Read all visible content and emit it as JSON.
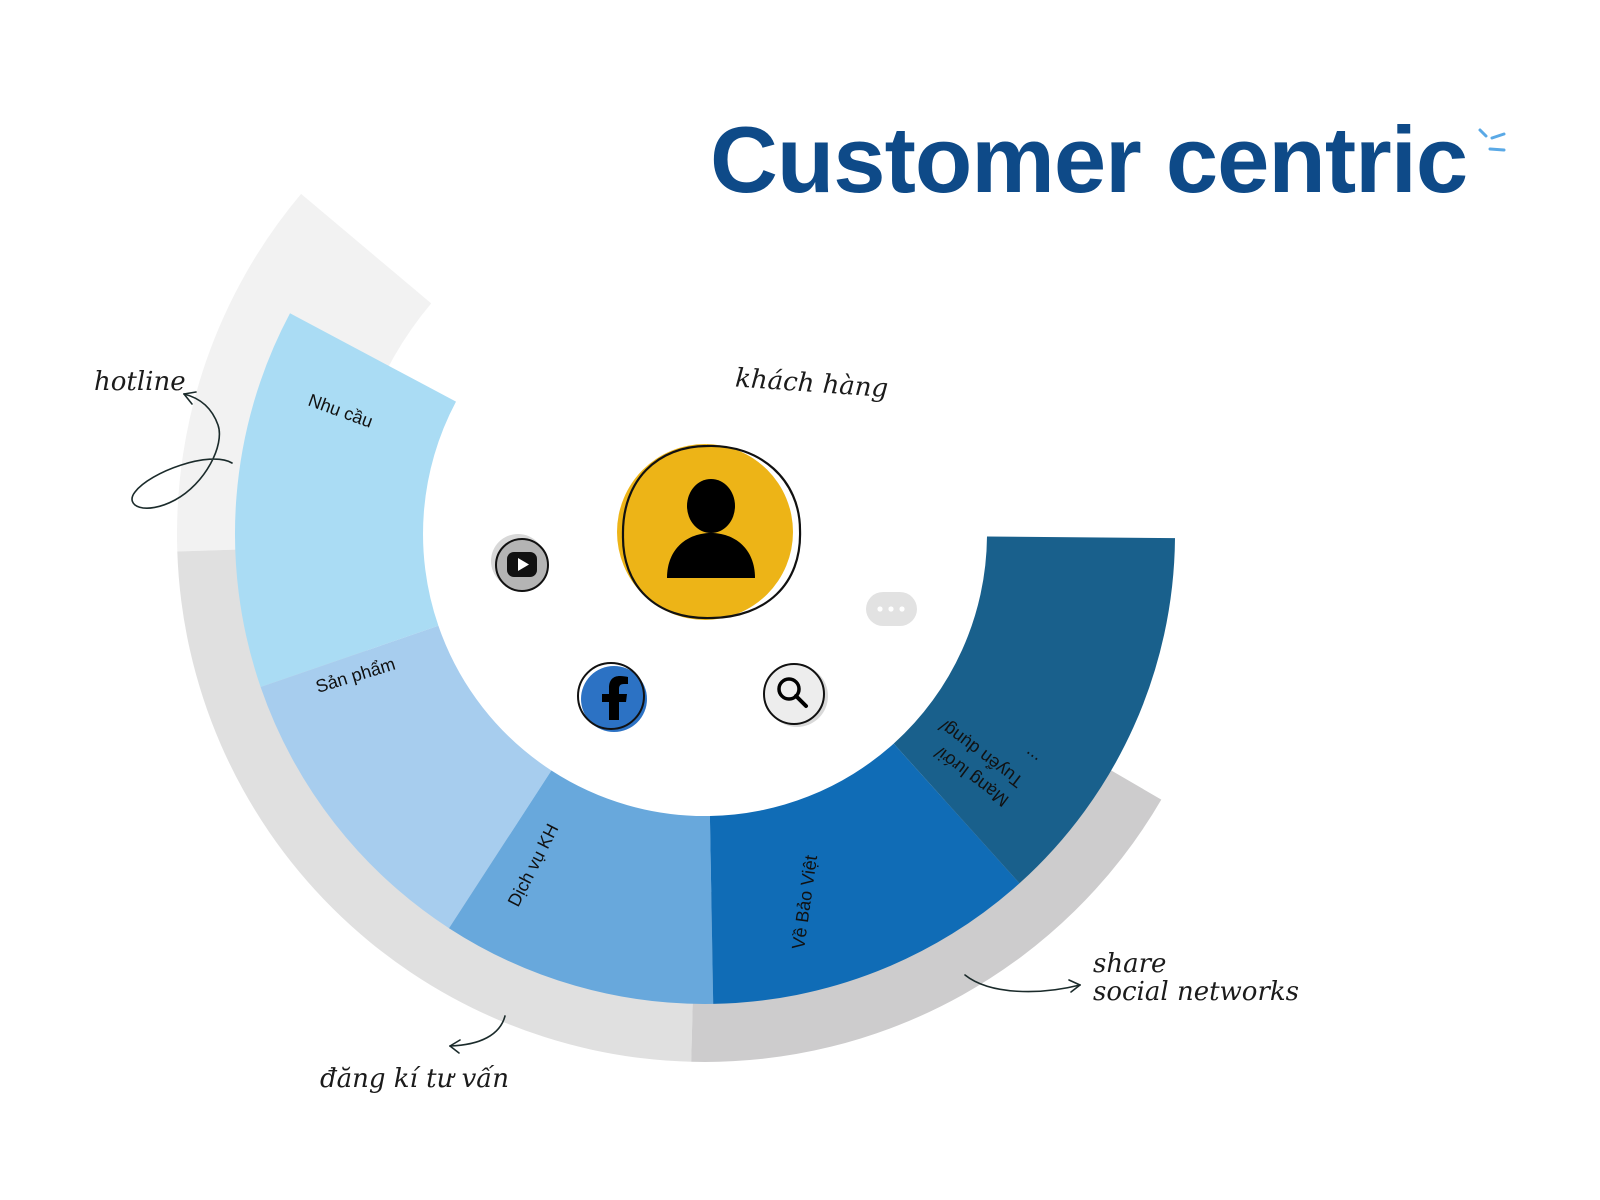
{
  "title": "Customer centric",
  "center_label": "khách hàng",
  "segments": [
    {
      "label": "Nhu cầu",
      "color": "#aadcf4"
    },
    {
      "label": "Sản phẩm",
      "color": "#a7cdee"
    },
    {
      "label": "Dịch vụ KH",
      "color": "#68a8dc"
    },
    {
      "label": "Về Bảo Việt",
      "color": "#106cb6"
    },
    {
      "label_line1": "Mạng lưới/",
      "label_line2": "Tuyển dụng/",
      "label_line3": "...",
      "color": "#19608c"
    }
  ],
  "outer_ring": [
    {
      "label": "hotline",
      "color": "#f2f2f2"
    },
    {
      "label": "đăng kí tư vấn",
      "color": "#e0e0e0"
    },
    {
      "label_line1": "share",
      "label_line2": "social networks",
      "color": "#cdcccd"
    }
  ],
  "icons": {
    "person": "person-icon",
    "youtube": "youtube-icon",
    "facebook": "facebook-icon",
    "search": "search-icon",
    "chat": "chat-bubble-icon"
  },
  "colors": {
    "title": "#0e4a88",
    "person_circle": "#edb417",
    "facebook": "#2c72c4",
    "accent": "#5aa9e6",
    "ink": "#1b2b2b"
  }
}
